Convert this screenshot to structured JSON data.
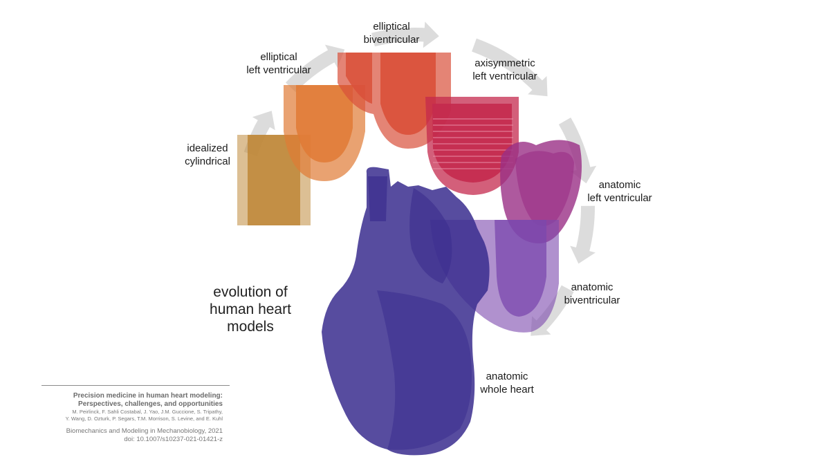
{
  "labels": {
    "idealized_cylindrical": [
      "idealized",
      "cylindrical"
    ],
    "elliptical_left_ventricular": [
      "elliptical",
      "left ventricular"
    ],
    "elliptical_biventricular": [
      "elliptical",
      "biventricular"
    ],
    "axisymmetric_left_ventricular": [
      "axisymmetric",
      "left ventricular"
    ],
    "anatomic_left_ventricular": [
      "anatomic",
      "left ventricular"
    ],
    "anatomic_biventricular": [
      "anatomic",
      "biventricular"
    ],
    "anatomic_whole_heart": [
      "anatomic",
      "whole heart"
    ]
  },
  "title": [
    "evolution of",
    "human heart",
    "models"
  ],
  "reference": {
    "title_line1": "Precision medicine in human heart modeling:",
    "title_line2": "Perspectives, challenges, and opportunities",
    "authors_line1": "M. Peirlinck, F. Sahli Costabal, J. Yao, J.M. Guccione, S. Tripathy,",
    "authors_line2": "Y. Wang, D. Ozturk, P. Segars, T.M. Morrison, S. Levine, and E. Kuhl",
    "journal": "Biomechanics and Modeling in Mechanobiology, 2021",
    "doi": "doi: 10.1007/s10237-021-01421-z"
  },
  "colors": {
    "arrow": "#dcdcdc",
    "cylinder": "#c08a3c",
    "elliptical_lv": "#e07a35",
    "elliptical_bv": "#d9503a",
    "axisymmetric_lv": "#c42a4e",
    "anatomic_lv": "#9a2f86",
    "anatomic_bv": "#7b48ad",
    "whole_heart": "#3a2d8e"
  }
}
